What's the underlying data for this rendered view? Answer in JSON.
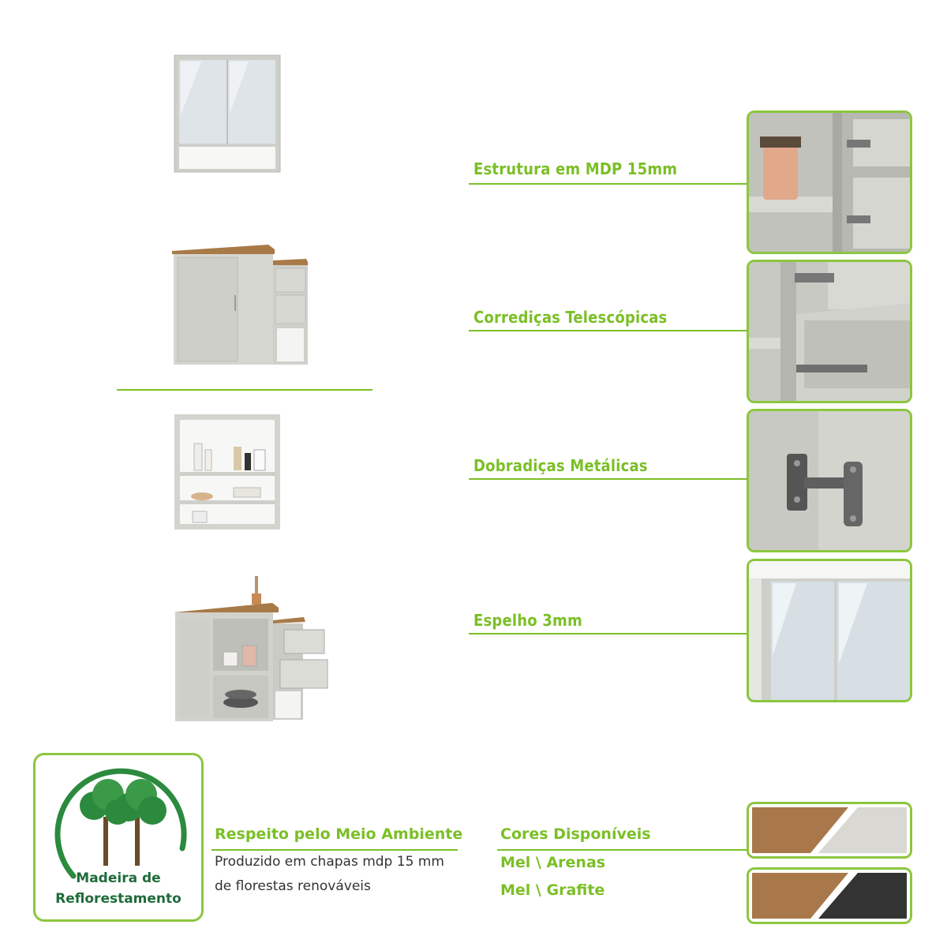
{
  "features": [
    {
      "label": "Estrutura em MDP 15mm"
    },
    {
      "label": "Corrediças Telescópicas"
    },
    {
      "label": "Dobradiças Metálicas"
    },
    {
      "label": "Espelho 3mm"
    }
  ],
  "eco_badge": {
    "line1": "Madeira de",
    "line2": "Reflorestamento"
  },
  "environment": {
    "title": "Respeito pelo Meio Ambiente",
    "line1": "Produzido em chapas mdp 15 mm",
    "line2": "de florestas renováveis"
  },
  "colors": {
    "title": "Cores Disponíveis",
    "options": [
      "Mel \\ Arenas",
      "Mel \\ Grafite"
    ],
    "swatches": [
      {
        "wood": "#a8784a",
        "finish": "#d9d8d3"
      },
      {
        "wood": "#a8784a",
        "finish": "#333333"
      }
    ]
  },
  "accent_color": "#7bbf26"
}
